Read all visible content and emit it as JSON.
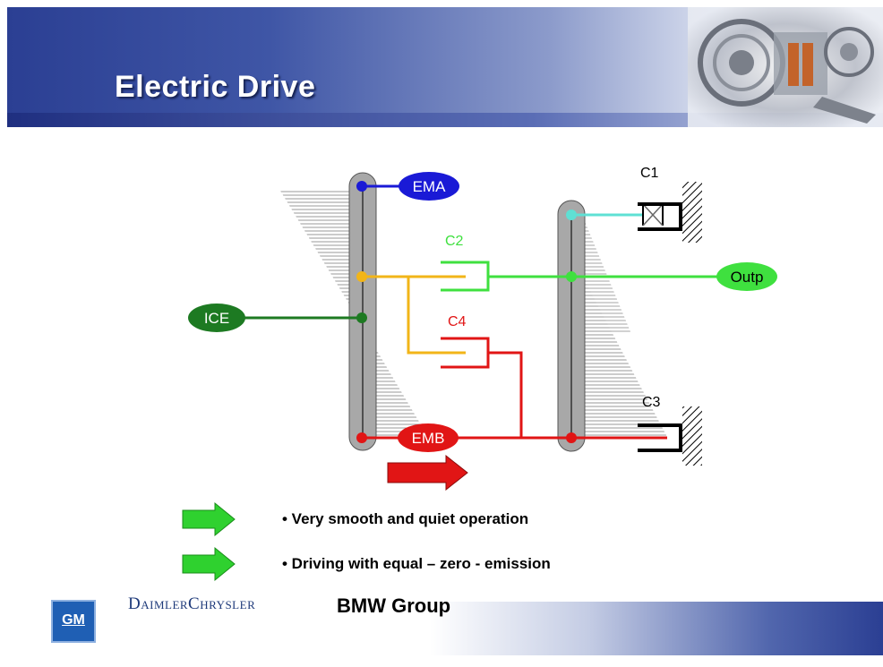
{
  "header": {
    "title": "Electric Drive"
  },
  "diagram": {
    "nodes": {
      "ema": "EMA",
      "ice": "ICE",
      "emb": "EMB",
      "outp": "Outp"
    },
    "clutches": {
      "c1": "C1",
      "c2": "C2",
      "c3": "C3",
      "c4": "C4"
    },
    "colors": {
      "ema_line": "#1a1ad6",
      "ice_line": "#1d7a22",
      "c2_line": "#3fe03f",
      "c4_line": "#e11515",
      "ice_link": "#f2b518",
      "c1_line": "#5fe0d4",
      "planet": "#a8a8a8",
      "arrow_red": "#e11515",
      "arrow_green": "#2fd12f"
    }
  },
  "bullets": [
    {
      "text": "• Very smooth and quiet operation",
      "icon": "green-arrow-icon"
    },
    {
      "text": "• Driving with equal – zero -  emission",
      "icon": "green-arrow-icon"
    }
  ],
  "footer": {
    "gm": "GM",
    "daimlerchrysler": "DaimlerChrysler",
    "bmw": "BMW Group"
  }
}
